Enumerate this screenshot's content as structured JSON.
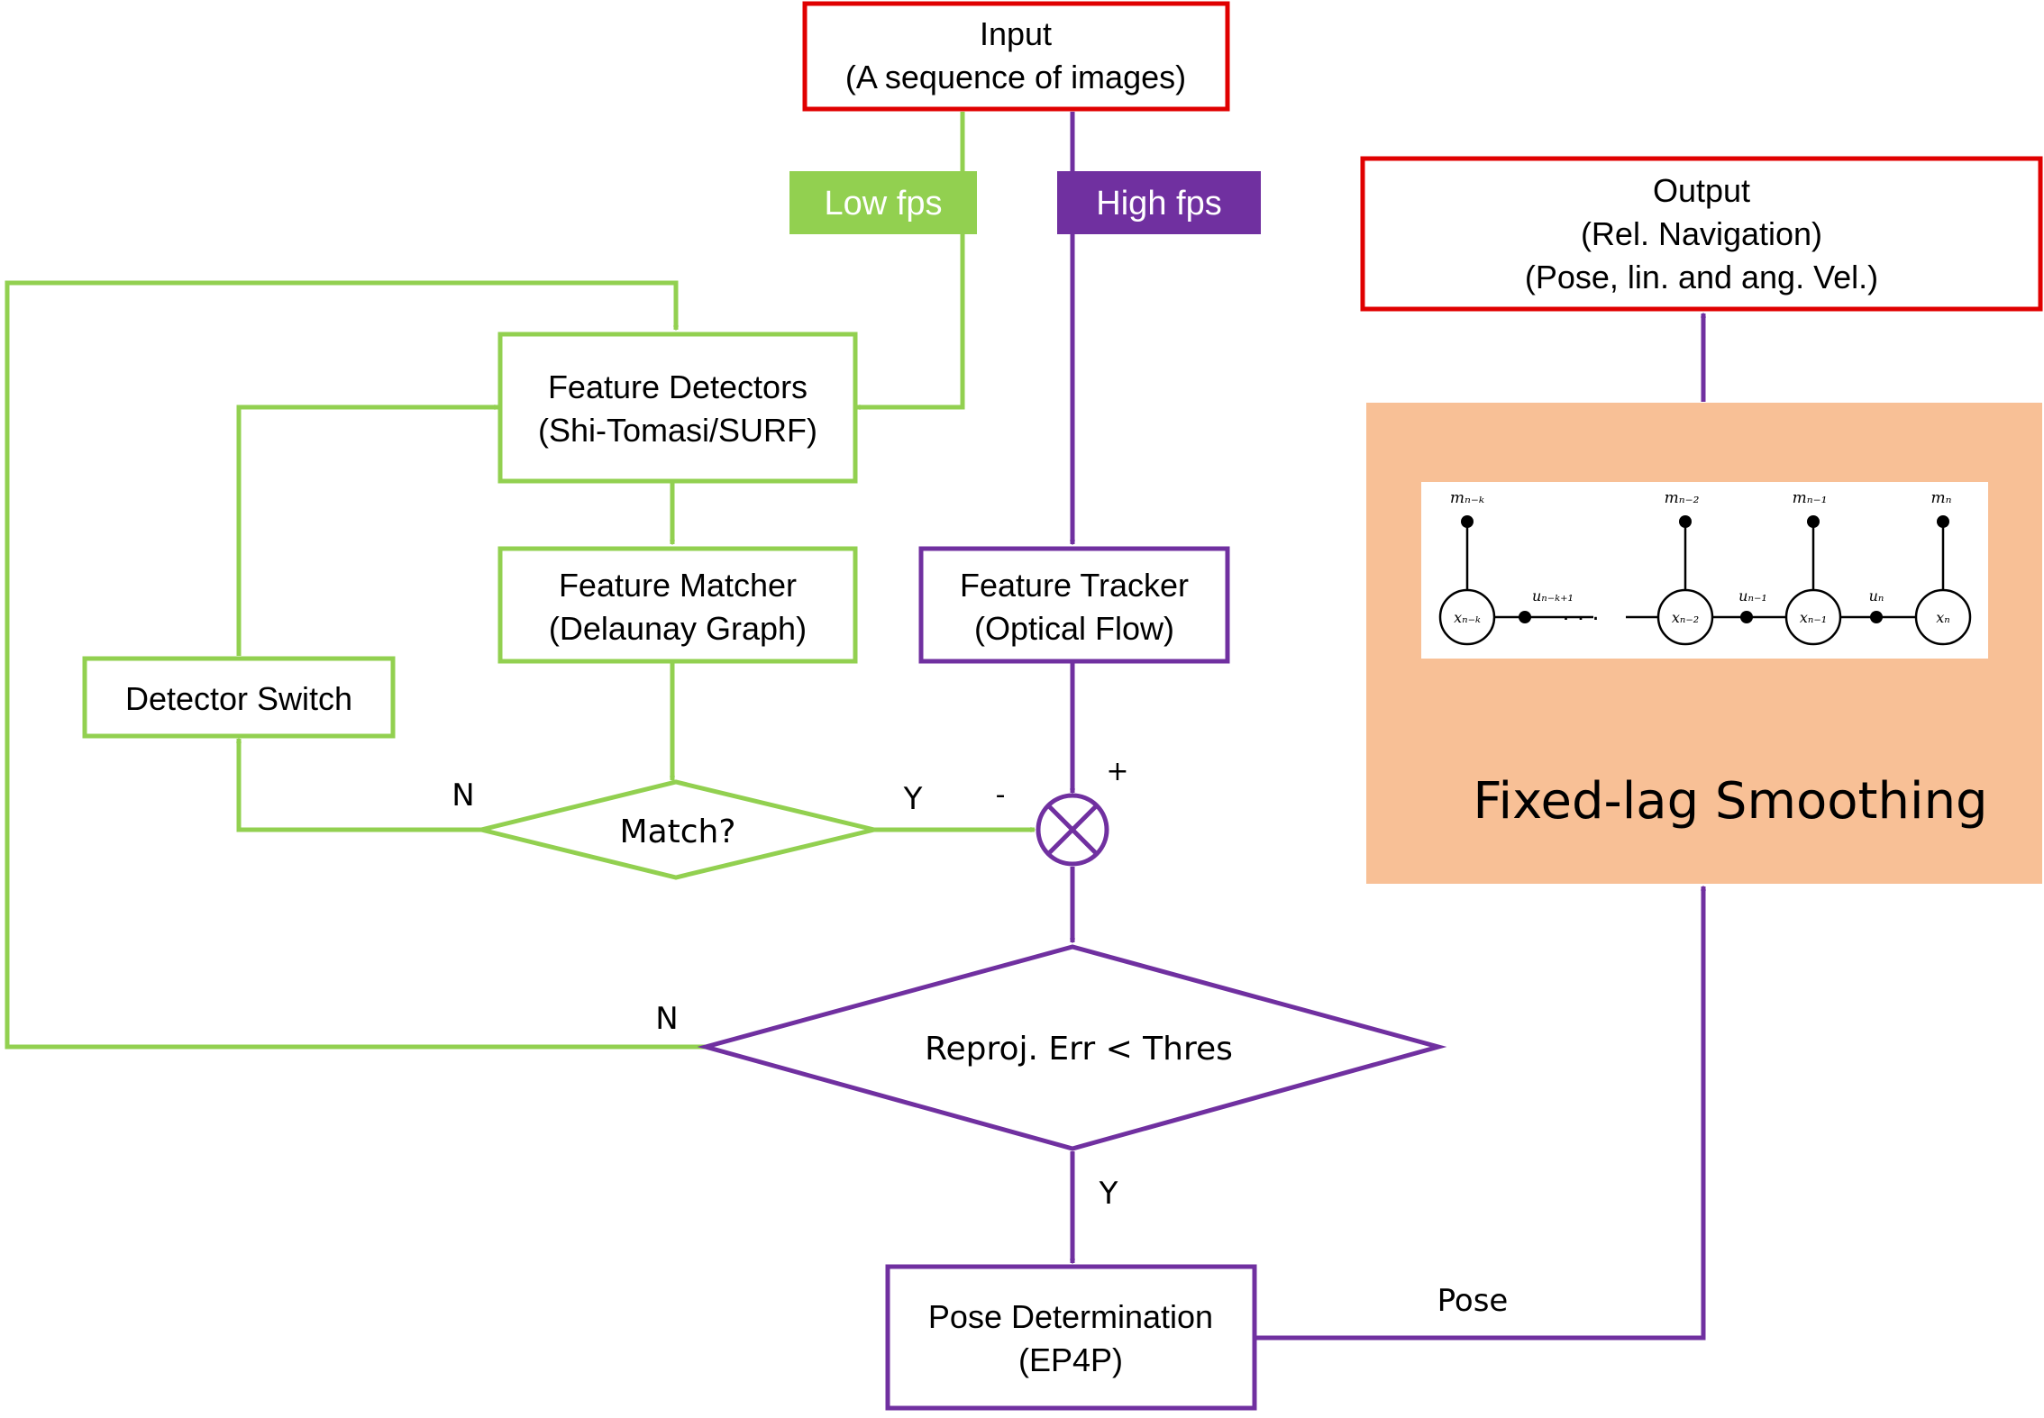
{
  "colors": {
    "green": "#92D050",
    "purple": "#7030A0",
    "red": "#E00000",
    "orange": "#F8C096",
    "text": "#000000"
  },
  "input": {
    "line1": "Input",
    "line2": "(A sequence of images)"
  },
  "low_fps": "Low fps",
  "high_fps": "High fps",
  "output": {
    "line1": "Output",
    "line2": "(Rel. Navigation)",
    "line3": "(Pose, lin. and ang. Vel.)"
  },
  "feature_detectors": {
    "line1": "Feature Detectors",
    "line2": "(Shi-Tomasi/SURF)"
  },
  "feature_matcher": {
    "line1": "Feature Matcher",
    "line2": "(Delaunay Graph)"
  },
  "feature_tracker": {
    "line1": "Feature Tracker",
    "line2": "(Optical Flow)"
  },
  "detector_switch": "Detector Switch",
  "match_decision": {
    "label": "Match?",
    "no": "N",
    "yes": "Y"
  },
  "comparator": {
    "minus": "-",
    "plus": "+"
  },
  "reproj_decision": {
    "label": "Reproj. Err < Thres",
    "no": "N",
    "yes": "Y"
  },
  "pose_determination": {
    "line1": "Pose Determination",
    "line2": "(EP4P)"
  },
  "pose_label": "Pose",
  "smoothing": {
    "title": "Fixed-lag Smoothing",
    "graph": {
      "m_labels": [
        "mₙ₋ₖ",
        "mₙ₋₂",
        "mₙ₋₁",
        "mₙ"
      ],
      "x_labels": [
        "xₙ₋ₖ",
        "xₙ₋₂",
        "xₙ₋₁",
        "xₙ"
      ],
      "u_labels": [
        "uₙ₋ₖ₊₁",
        "uₙ₋₁",
        "uₙ"
      ],
      "ellipsis": ". . ."
    }
  }
}
